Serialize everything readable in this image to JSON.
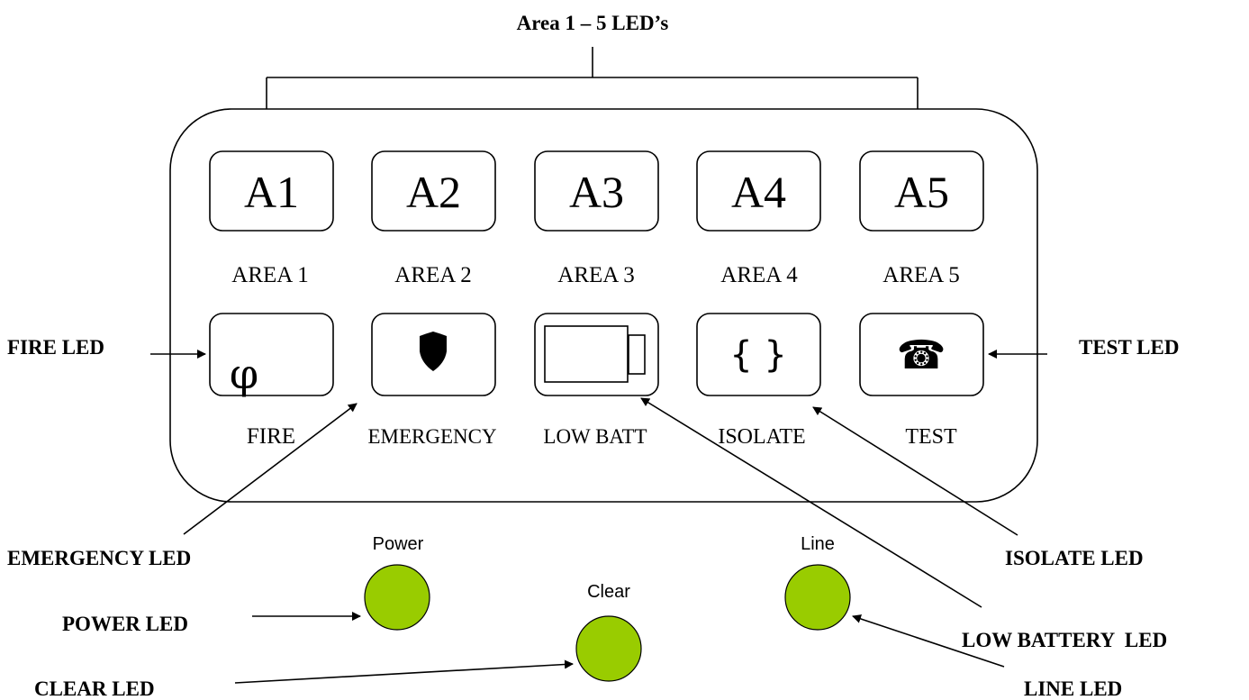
{
  "title": "Area 1 – 5 LED’s",
  "areas": [
    {
      "code": "A1",
      "label": "AREA 1"
    },
    {
      "code": "A2",
      "label": "AREA 2"
    },
    {
      "code": "A3",
      "label": "AREA 3"
    },
    {
      "code": "A4",
      "label": "AREA 4"
    },
    {
      "code": "A5",
      "label": "AREA 5"
    }
  ],
  "status_leds": [
    {
      "label": "FIRE",
      "icon": "fire-icon",
      "glyph": "φ"
    },
    {
      "label": "EMERGENCY",
      "icon": "shield-icon"
    },
    {
      "label": "LOW BATT",
      "icon": "battery-icon"
    },
    {
      "label": "ISOLATE",
      "icon": "isolate-brackets-icon",
      "glyph": "{ }"
    },
    {
      "label": "TEST",
      "icon": "telephone-icon",
      "glyph": "☎"
    }
  ],
  "round_leds": {
    "power": {
      "label": "Power",
      "color": "#99cc00"
    },
    "clear": {
      "label": "Clear",
      "color": "#99cc00"
    },
    "line": {
      "label": "Line",
      "color": "#99cc00"
    }
  },
  "callouts": {
    "fire": "FIRE LED",
    "test": "TEST LED",
    "emergency": "EMERGENCY LED",
    "isolate": "ISOLATE LED",
    "power": "POWER LED",
    "low_battery": "LOW BATTERY  LED",
    "clear": "CLEAR LED",
    "line": "LINE LED"
  }
}
